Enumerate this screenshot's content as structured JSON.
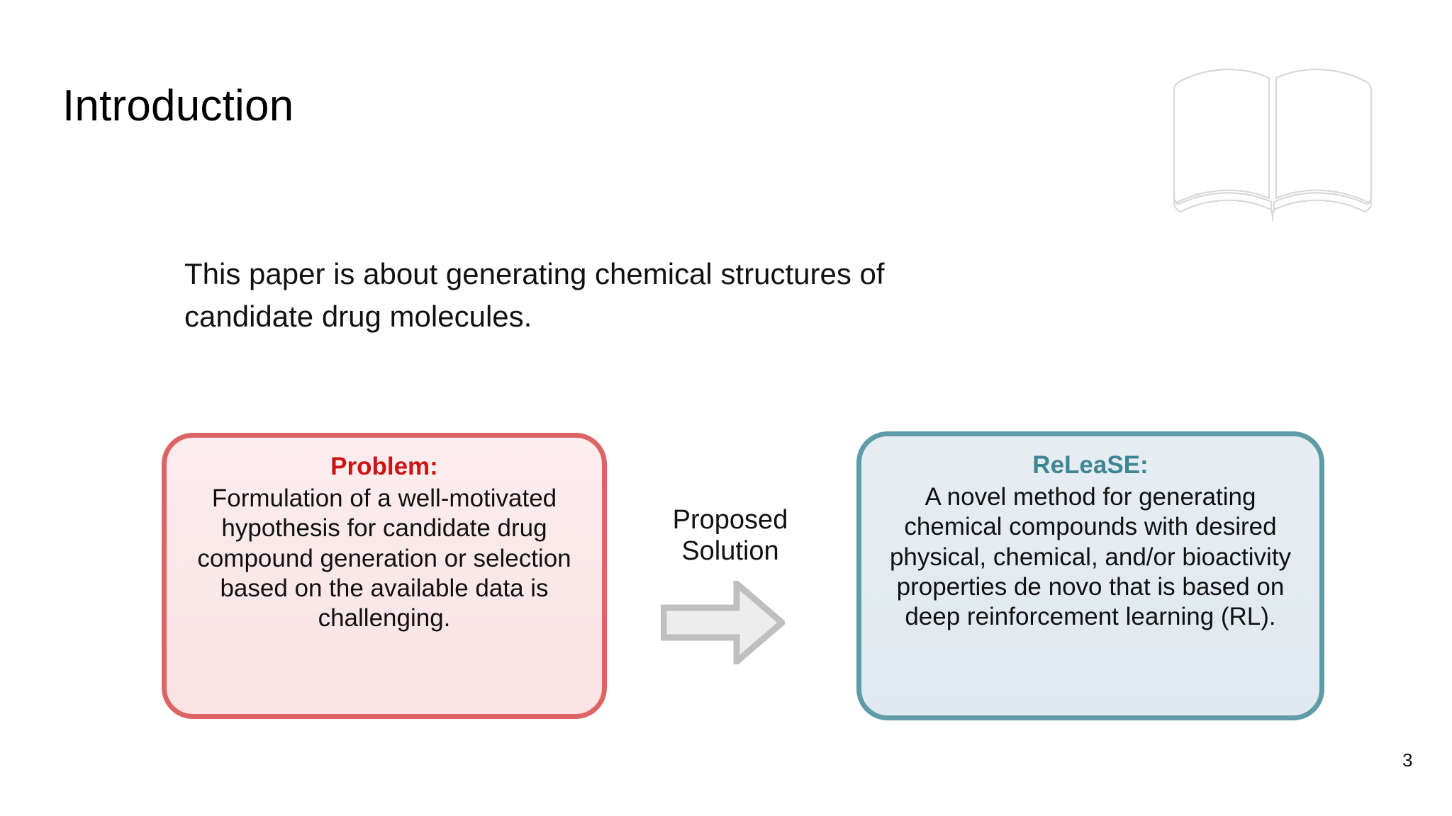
{
  "slide": {
    "title": "Introduction",
    "page_number": "3",
    "intro_paragraph": "This paper is about generating chemical structures of candidate drug molecules.",
    "book_icon_name": "open-book-icon"
  },
  "problem_box": {
    "heading": "Problem:",
    "body": "Formulation of a well-motivated hypothesis for candidate drug compound generation or selection based on the available data is challenging.",
    "border_color": "#DD6464",
    "fill_color": "#FCEDEE",
    "heading_color": "#CC1414"
  },
  "release_box": {
    "heading": "ReLeaSE:",
    "body": "A novel method for generating chemical compounds with desired physical, chemical, and/or bioactivity properties de novo that is based on deep reinforcement learning (RL).",
    "border_color": "#5F9CA8",
    "fill_color": "#E6EDF2",
    "heading_color": "#3E8694"
  },
  "connector": {
    "label": "Proposed Solution",
    "arrow_icon_name": "right-block-arrow-icon",
    "arrow_fill": "#EDEDED",
    "arrow_stroke": "#BFBFBF"
  }
}
